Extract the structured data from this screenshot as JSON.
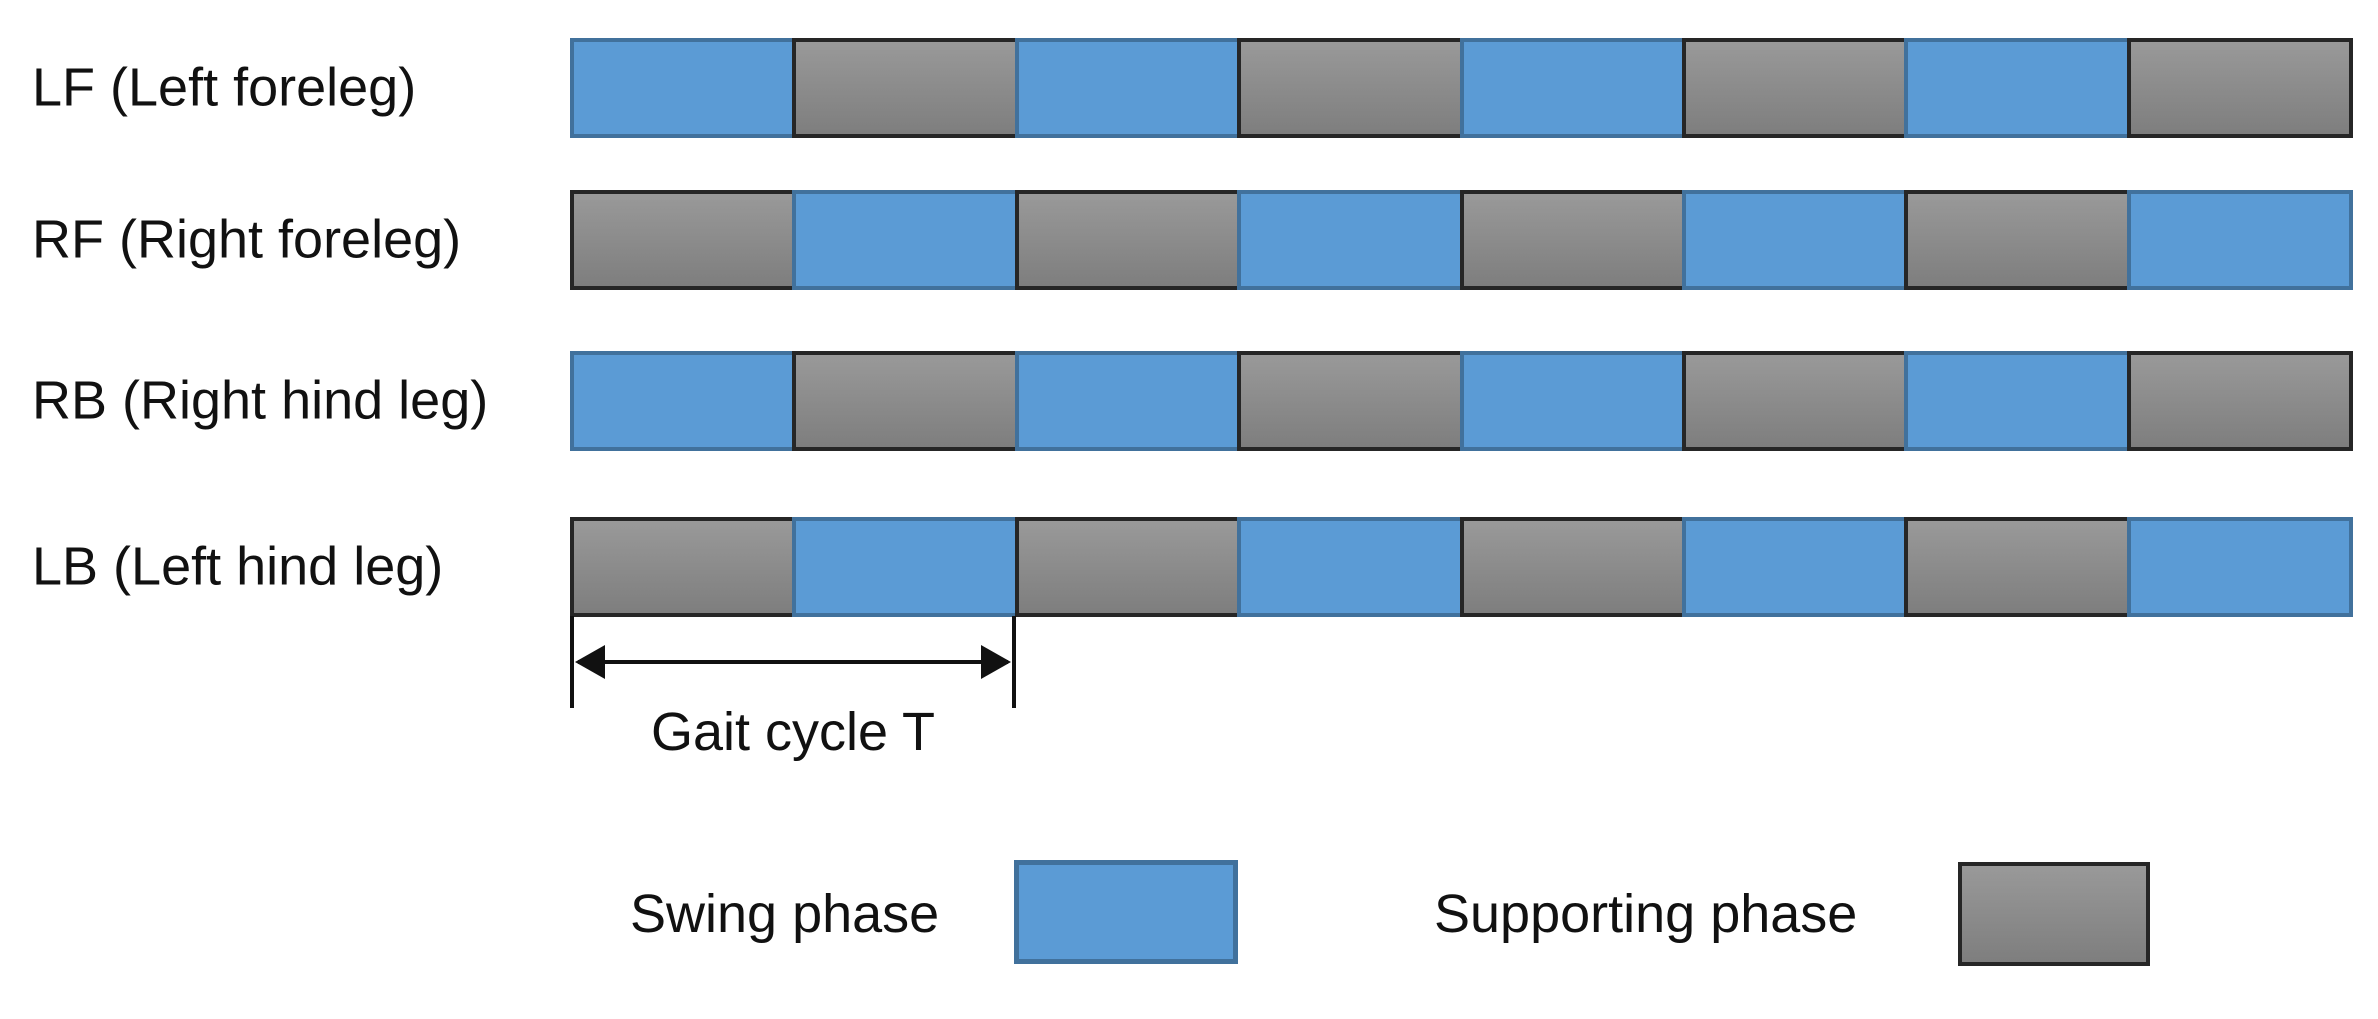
{
  "rows": [
    {
      "id": "LF",
      "label": "LF (Left foreleg)",
      "blocks": [
        "swing",
        "support",
        "swing",
        "support",
        "swing",
        "support",
        "swing",
        "support"
      ]
    },
    {
      "id": "RF",
      "label": "RF (Right foreleg)",
      "blocks": [
        "support",
        "swing",
        "support",
        "swing",
        "support",
        "swing",
        "support",
        "swing"
      ]
    },
    {
      "id": "RB",
      "label": "RB (Right hind leg)",
      "blocks": [
        "swing",
        "support",
        "swing",
        "support",
        "swing",
        "support",
        "swing",
        "support"
      ]
    },
    {
      "id": "LB",
      "label": "LB (Left hind leg)",
      "blocks": [
        "support",
        "swing",
        "support",
        "swing",
        "support",
        "swing",
        "support",
        "swing"
      ]
    }
  ],
  "annotation": {
    "label": "Gait cycle T",
    "spans_blocks": 2
  },
  "legend": [
    {
      "label": "Swing phase",
      "phase": "swing"
    },
    {
      "label": "Supporting phase",
      "phase": "support"
    }
  ],
  "colors": {
    "swing_fill": "#5B9BD5",
    "swing_border": "#41719C",
    "support_fill_top": "#999999",
    "support_fill_bottom": "#7E7E7E",
    "support_border": "#262626",
    "text": "#111111",
    "background": "#FFFFFF"
  }
}
